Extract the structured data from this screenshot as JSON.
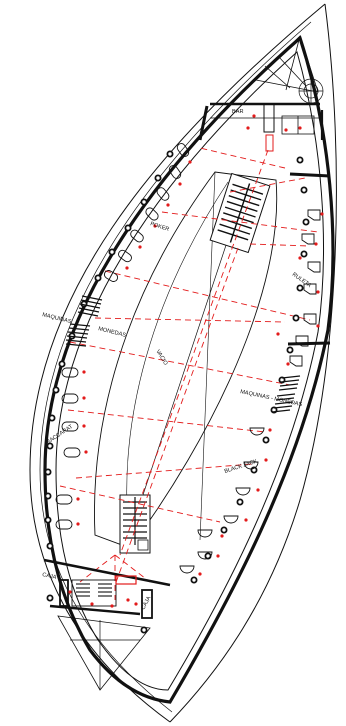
{
  "labels": {
    "bar": "BAR",
    "poker": "POKER",
    "ruleta": "RULETA",
    "maquinas_monedas_left": "MAQUINAS",
    "monedas_left": "MONEDAS",
    "vacio": "VACIO",
    "maquinas_monedas_right": "MAQUINAS - MONEDAS",
    "baccarat": "BACCARAT",
    "black_jack": "BLACK JACK",
    "caja_left": "CAJA",
    "caja_right": "CAJA"
  },
  "colors": {
    "line": "#111111",
    "accent": "#e31b1b",
    "background": "#ffffff"
  }
}
